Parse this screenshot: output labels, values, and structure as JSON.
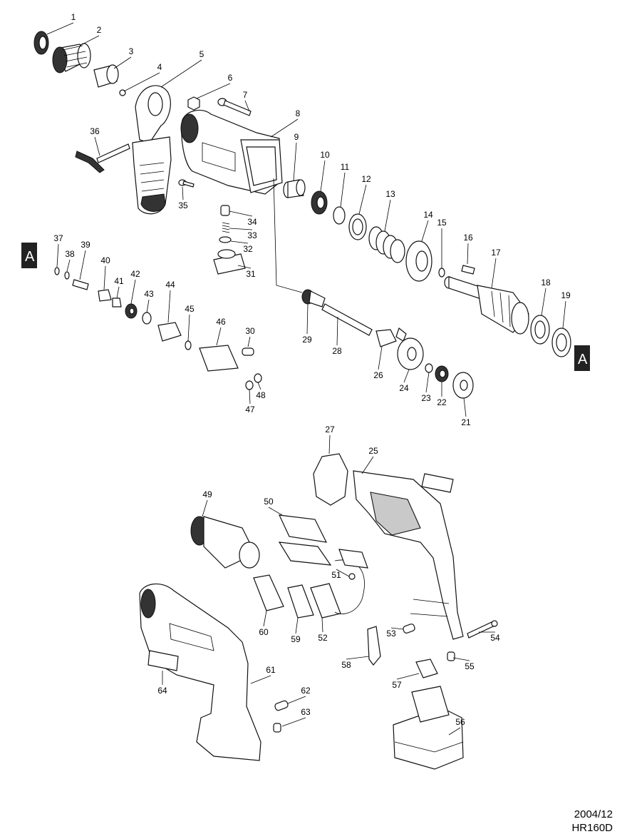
{
  "markers": [
    {
      "label": "A"
    },
    {
      "label": "A"
    }
  ],
  "parts": [
    {
      "no": "1"
    },
    {
      "no": "2"
    },
    {
      "no": "3"
    },
    {
      "no": "4"
    },
    {
      "no": "5"
    },
    {
      "no": "6"
    },
    {
      "no": "7"
    },
    {
      "no": "8"
    },
    {
      "no": "9"
    },
    {
      "no": "10"
    },
    {
      "no": "11"
    },
    {
      "no": "12"
    },
    {
      "no": "13"
    },
    {
      "no": "14"
    },
    {
      "no": "15"
    },
    {
      "no": "16"
    },
    {
      "no": "17"
    },
    {
      "no": "18"
    },
    {
      "no": "19"
    },
    {
      "no": "21"
    },
    {
      "no": "22"
    },
    {
      "no": "23"
    },
    {
      "no": "24"
    },
    {
      "no": "25"
    },
    {
      "no": "26"
    },
    {
      "no": "27"
    },
    {
      "no": "28"
    },
    {
      "no": "29"
    },
    {
      "no": "30"
    },
    {
      "no": "31"
    },
    {
      "no": "32"
    },
    {
      "no": "33"
    },
    {
      "no": "34"
    },
    {
      "no": "35"
    },
    {
      "no": "36"
    },
    {
      "no": "37"
    },
    {
      "no": "38"
    },
    {
      "no": "39"
    },
    {
      "no": "40"
    },
    {
      "no": "41"
    },
    {
      "no": "42"
    },
    {
      "no": "43"
    },
    {
      "no": "44"
    },
    {
      "no": "45"
    },
    {
      "no": "46"
    },
    {
      "no": "47"
    },
    {
      "no": "48"
    },
    {
      "no": "49"
    },
    {
      "no": "50"
    },
    {
      "no": "51"
    },
    {
      "no": "52"
    },
    {
      "no": "53"
    },
    {
      "no": "54"
    },
    {
      "no": "55"
    },
    {
      "no": "56"
    },
    {
      "no": "57"
    },
    {
      "no": "58"
    },
    {
      "no": "59"
    },
    {
      "no": "60"
    },
    {
      "no": "61"
    },
    {
      "no": "62"
    },
    {
      "no": "63"
    },
    {
      "no": "64"
    }
  ],
  "footer": {
    "date": "2004/12",
    "model": "HR160D"
  }
}
